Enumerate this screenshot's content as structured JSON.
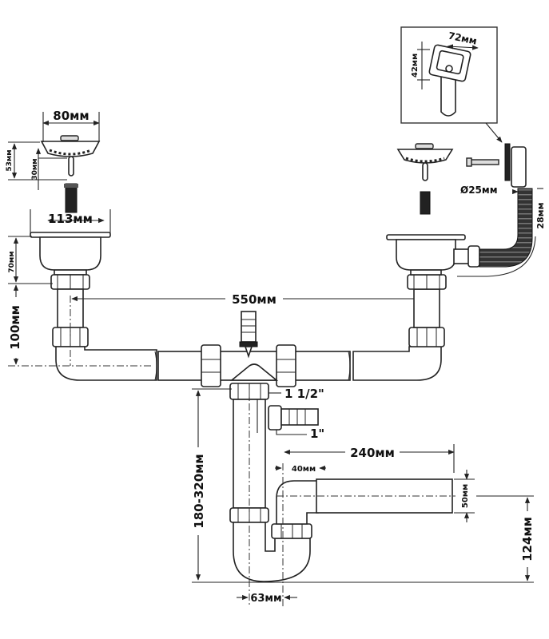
{
  "diagram": {
    "title": "Double sink siphon with overflow — dimensions",
    "colors": {
      "line": "#222222",
      "background": "#ffffff"
    },
    "labels": {
      "strainer_diameter": "80мм",
      "strainer_height": "53мм",
      "strainer_stem": "30мм",
      "bowl_diameter": "113мм",
      "bowl_depth": "70мм",
      "riser_length": "100мм",
      "center_distance": "550мм",
      "outlet_thread": "1 1/2\"",
      "side_inlet": "1\"",
      "overall_height": "180-320мм",
      "horizontal_reach": "240мм",
      "trap_offset": "40мм",
      "outlet_diameter": "50мм",
      "outlet_height": "124мм",
      "trap_width": "63мм",
      "overflow_width": "72мм",
      "overflow_height": "42мм",
      "overflow_hose_diameter": "Ø25мм",
      "overflow_hose_wall": "28мм"
    }
  }
}
